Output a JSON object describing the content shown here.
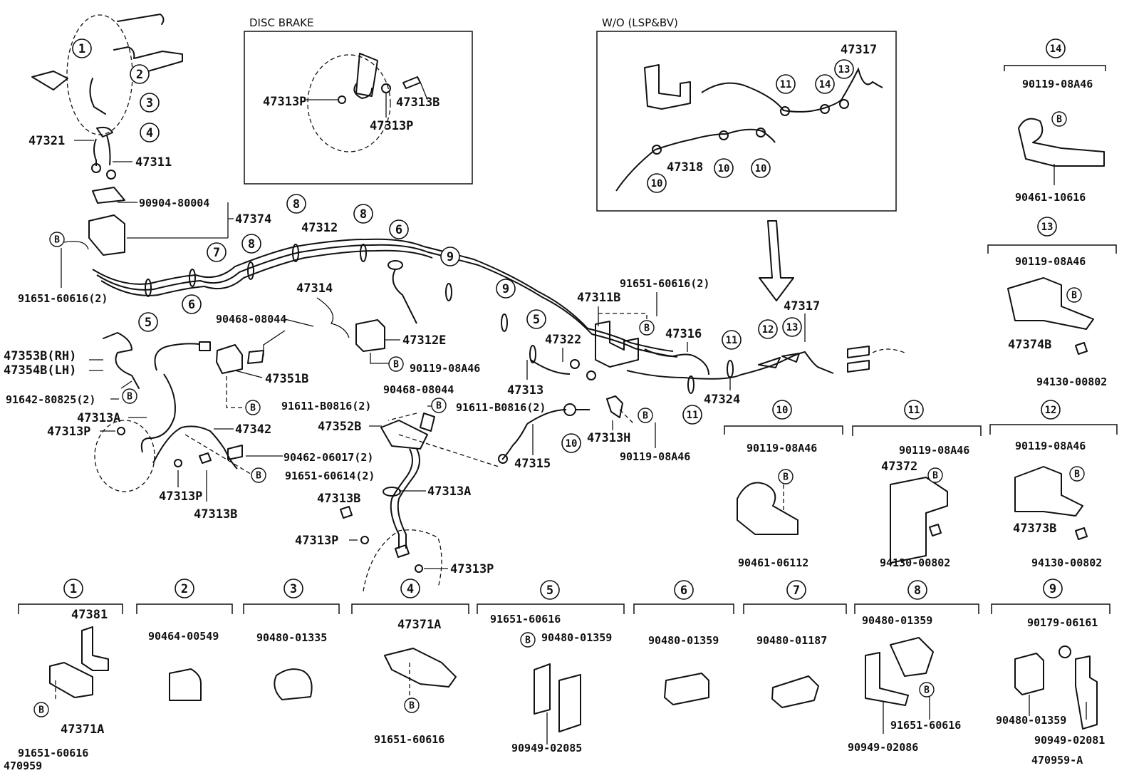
{
  "insets": {
    "disc_brake": "DISC BRAKE",
    "wo_lsp_bv": "W/O (LSP&BV)"
  },
  "callouts": {
    "c1": "1",
    "c2": "2",
    "c3": "3",
    "c4": "4",
    "c5": "5",
    "c6": "6",
    "c7": "7",
    "c8": "8",
    "c9": "9",
    "c10": "10",
    "c11": "11",
    "c12": "12",
    "c13": "13",
    "c14": "14"
  },
  "b_mark": "B",
  "labels": {
    "p47321": "47321",
    "p47311": "47311",
    "p90904": "90904-80004",
    "p47374": "47374",
    "p91651_616_2": "91651-60616(2)",
    "p47312": "47312",
    "p47314": "47314",
    "p90468_a": "90468-08044",
    "p47312E": "47312E",
    "p90119_a": "90119-08A46",
    "p47351B": "47351B",
    "p91611_a": "91611-B0816(2)",
    "p47353B": "47353B(RH)",
    "p47354B": "47354B(LH)",
    "p91642": "91642-80825(2)",
    "p47313A_a": "47313A",
    "p47313P_a": "47313P",
    "p47342": "47342",
    "p90462": "90462-06017(2)",
    "p91651_614": "91651-60614(2)",
    "p47313P_b": "47313P",
    "p47313B_a": "47313B",
    "p90468_b": "90468-08044",
    "p91611_b": "91611-B0816(2)",
    "p47352B": "47352B",
    "p47313A_b": "47313A",
    "p47313B_b": "47313B",
    "p47313P_c": "47313P",
    "p47313P_d": "47313P",
    "p47311B": "47311B",
    "p91651_616_2b": "91651-60616(2)",
    "p47316": "47316",
    "p47322": "47322",
    "p47313": "47313",
    "p47324": "47324",
    "p47317_a": "47317",
    "p47315": "47315",
    "p47313H": "47313H",
    "p90119_b": "90119-08A46",
    "p47313P_disc1": "47313P",
    "p47313B_disc": "47313B",
    "p47313P_disc2": "47313P",
    "p47317_b": "47317",
    "p47318": "47318",
    "d14_90119": "90119-08A46",
    "d14_90461": "90461-10616",
    "d13_90119": "90119-08A46",
    "d13_47374B": "47374B",
    "d13_94130": "94130-00802",
    "d10_90119": "90119-08A46",
    "d10_90461": "90461-06112",
    "d11_90119": "90119-08A46",
    "d11_47372": "47372",
    "d11_94130": "94130-00802",
    "d12_90119": "90119-08A46",
    "d12_47373B": "47373B",
    "d12_94130": "94130-00802",
    "d1_47381": "47381",
    "d1_47371A": "47371A",
    "d1_91651": "91651-60616",
    "d2_90464": "90464-00549",
    "d3_90480": "90480-01335",
    "d4_47371A": "47371A",
    "d4_91651": "91651-60616",
    "d5_91651": "91651-60616",
    "d5_90480": "90480-01359",
    "d5_90949": "90949-02085",
    "d6_90480": "90480-01359",
    "d7_90480": "90480-01187",
    "d8_90480": "90480-01359",
    "d8_91651": "91651-60616",
    "d8_90949": "90949-02086",
    "d9_90179": "90179-06161",
    "d9_90480": "90480-01359",
    "d9_90949": "90949-02081",
    "code_left": "470959",
    "code_right": "470959-A"
  }
}
